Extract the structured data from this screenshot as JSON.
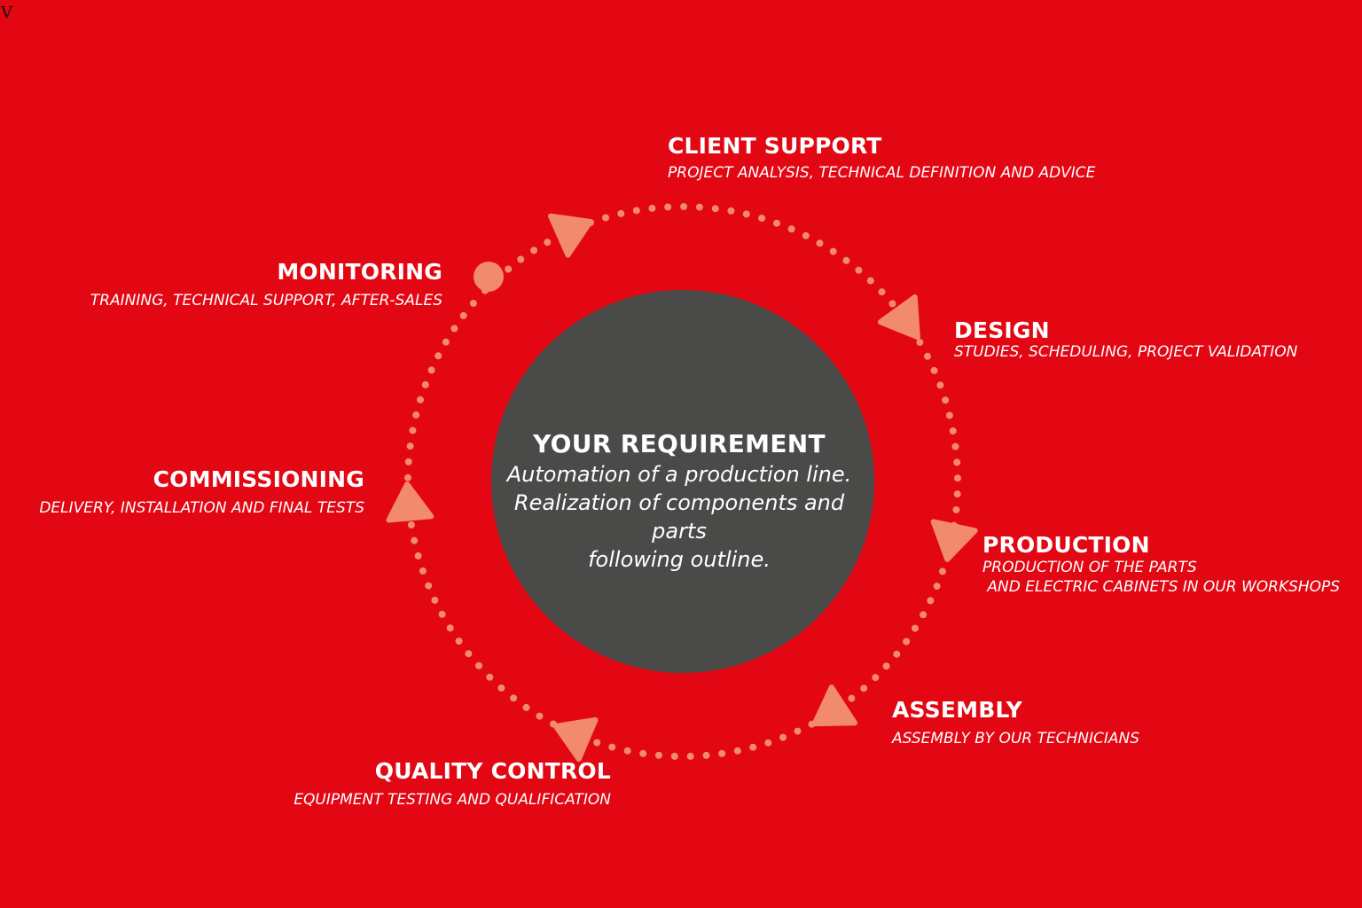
{
  "corner_mark": "V",
  "center": {
    "title": "YOUR REQUIREMENT",
    "lines": [
      "Automation of a production line.",
      "Realization of components and parts",
      "following outline."
    ]
  },
  "stages": {
    "client_support": {
      "title": "CLIENT SUPPORT",
      "desc": [
        "PROJECT ANALYSIS, TECHNICAL DEFINITION AND ADVICE"
      ]
    },
    "design": {
      "title": "DESIGN",
      "desc": [
        "STUDIES, SCHEDULING, PROJECT VALIDATION"
      ]
    },
    "production": {
      "title": "PRODUCTION",
      "desc": [
        "PRODUCTION OF THE PARTS",
        " AND ELECTRIC CABINETS IN OUR WORKSHOPS"
      ]
    },
    "assembly": {
      "title": "ASSEMBLY",
      "desc": [
        "ASSEMBLY BY OUR TECHNICIANS"
      ]
    },
    "quality_control": {
      "title": "QUALITY CONTROL",
      "desc": [
        "EQUIPMENT TESTING AND QUALIFICATION"
      ]
    },
    "commissioning": {
      "title": "COMMISSIONING",
      "desc": [
        "DELIVERY, INSTALLATION AND FINAL TESTS"
      ]
    },
    "monitoring": {
      "title": "MONITORING",
      "desc": [
        "TRAINING, TECHNICAL SUPPORT, AFTER-SALES"
      ]
    }
  },
  "colors": {
    "background": "#e30613",
    "center_circle": "#4a4a48",
    "accent": "#f28b6e",
    "text": "#ffffff"
  }
}
